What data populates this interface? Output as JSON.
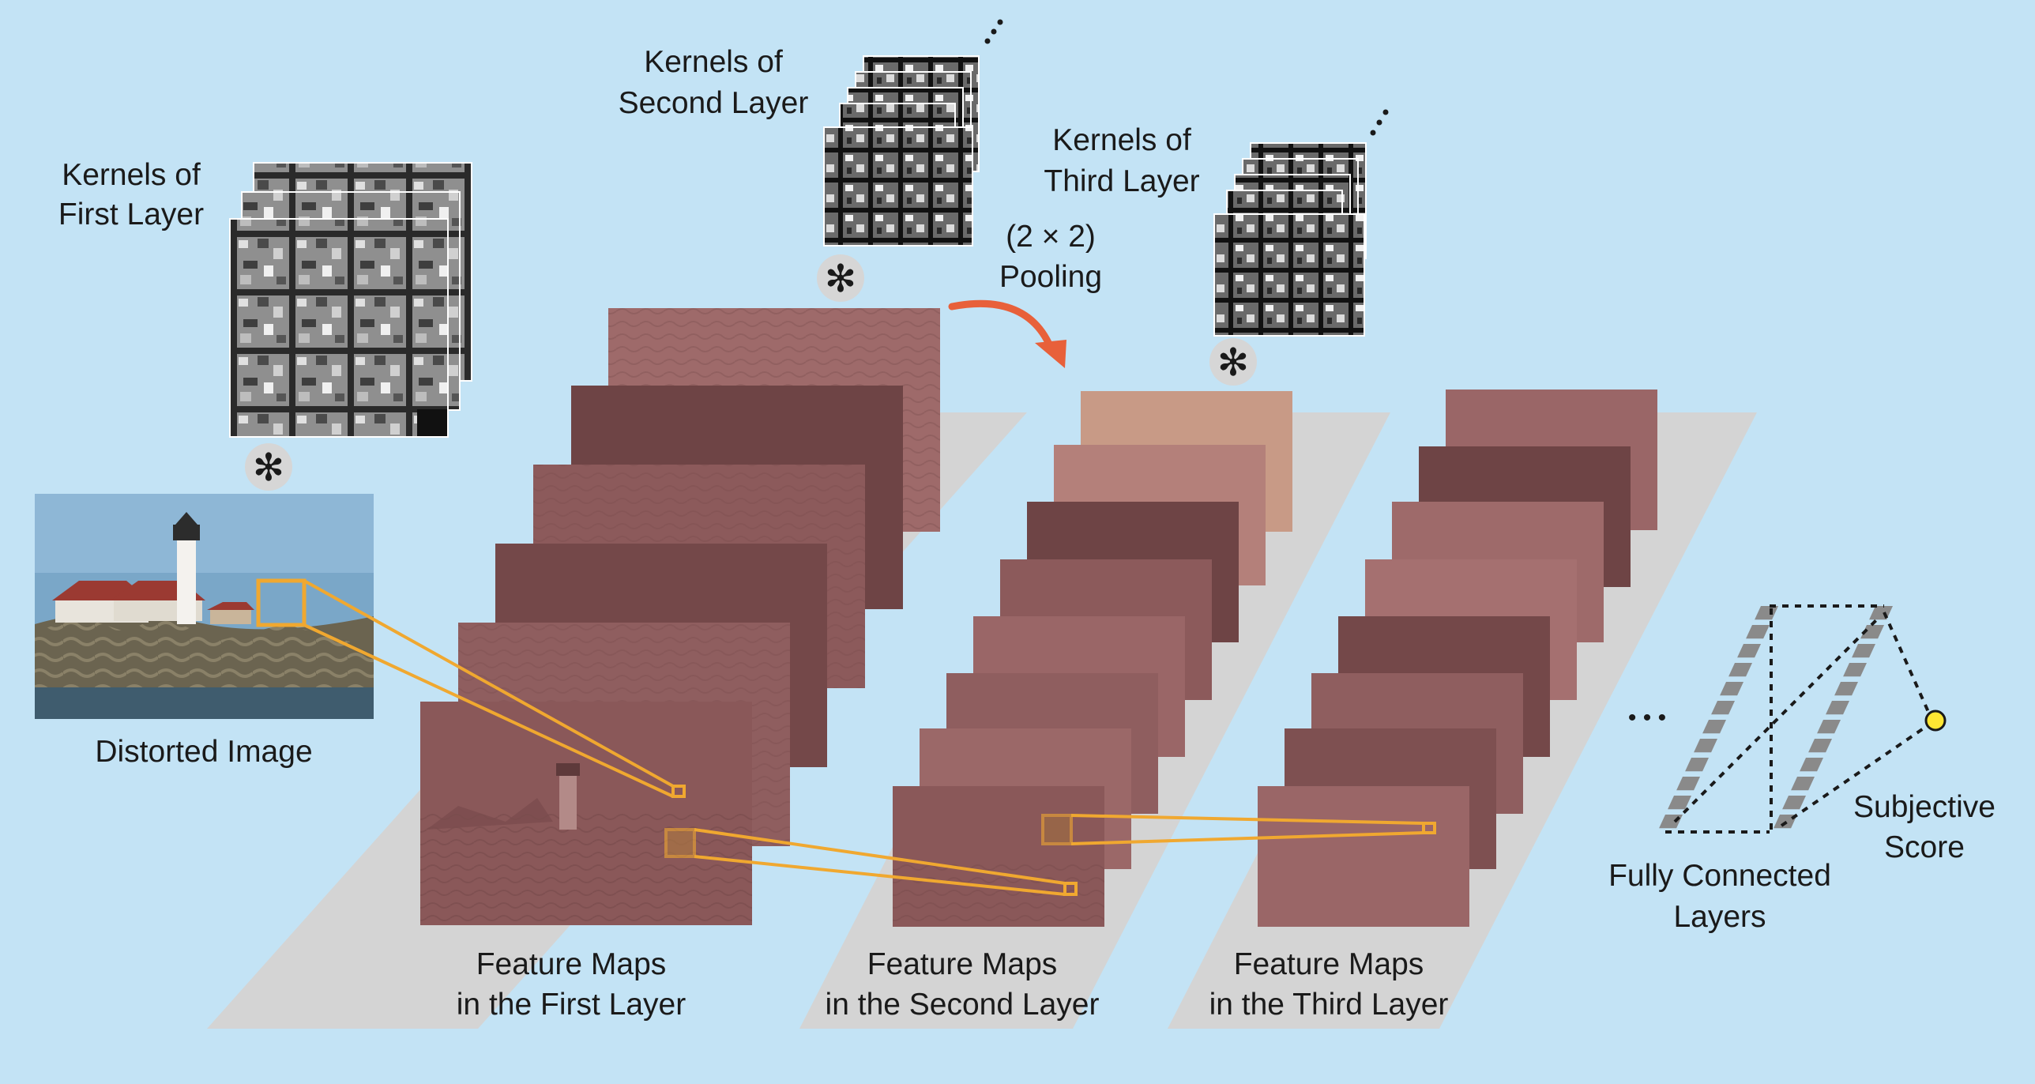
{
  "labels": {
    "kernels_first_1": "Kernels of",
    "kernels_first_2": "First Layer",
    "kernels_second_1": "Kernels of",
    "kernels_second_2": "Second Layer",
    "kernels_third_1": "Kernels of",
    "kernels_third_2": "Third Layer",
    "pooling_1": "(2 × 2)",
    "pooling_2": "Pooling",
    "distorted_image": "Distorted Image",
    "fm_first_1": "Feature Maps",
    "fm_first_2": "in the First Layer",
    "fm_second_1": "Feature Maps",
    "fm_second_2": "in the Second Layer",
    "fm_third_1": "Feature Maps",
    "fm_third_2": "in the Third Layer",
    "fc_1": "Fully Connected",
    "fc_2": "Layers",
    "score_1": "Subjective",
    "score_2": "Score",
    "fc_ellipsis": "• • •",
    "conv_symbol": "✻"
  },
  "colors": {
    "background": "#c3e3f5",
    "platform": "#d4d4d4",
    "feature_map": "#9e6a6a",
    "feature_map_dark": "#6e4445",
    "highlight": "#f0a830",
    "pooling_arrow": "#e8603a",
    "score_node": "#ffe633",
    "fc_bar": "#8a8a8a"
  }
}
